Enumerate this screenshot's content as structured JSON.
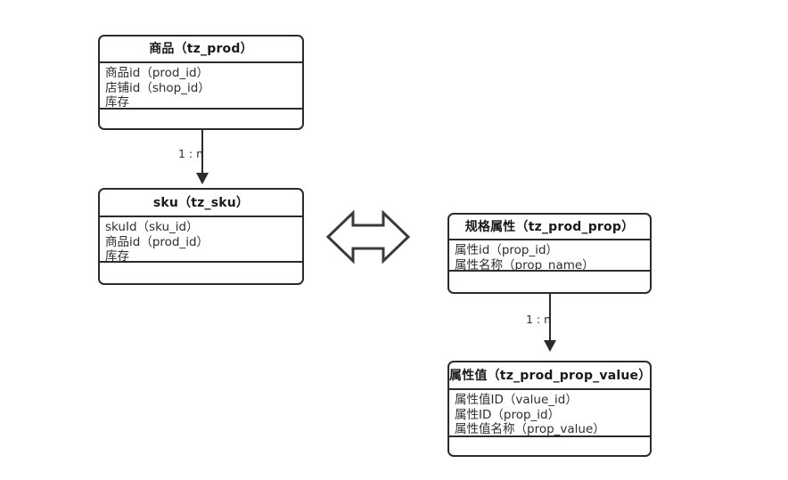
{
  "diagram": {
    "type": "er-diagram",
    "background_color": "#ffffff",
    "line_color": "#2b2b2b",
    "text_color": "#2e2e2e",
    "entities": [
      {
        "id": "prod",
        "title": "商品（tz_prod）",
        "attributes": [
          "商品id（prod_id）",
          "店铺id（shop_id）",
          "库存"
        ]
      },
      {
        "id": "sku",
        "title": "sku（tz_sku）",
        "attributes": [
          "skuId（sku_id）",
          "商品id（prod_id）",
          "库存"
        ]
      },
      {
        "id": "prop",
        "title": "规格属性（tz_prod_prop）",
        "attributes": [
          "属性id（prop_id）",
          "属性名称（prop_name）"
        ]
      },
      {
        "id": "prop_value",
        "title": "属性值（tz_prod_prop_value）",
        "attributes": [
          "属性值ID（value_id）",
          "属性ID（prop_id）",
          "属性值名称（prop_value）"
        ]
      }
    ],
    "relations": [
      {
        "id": "prod-sku",
        "from": "prod",
        "to": "sku",
        "label": "1 : n",
        "style": "solid-arrow-down"
      },
      {
        "id": "prop-value",
        "from": "prop",
        "to": "prop_value",
        "label": "1 : n",
        "style": "solid-arrow-down"
      },
      {
        "id": "sku-prop",
        "from": "sku",
        "to": "prop",
        "label": "",
        "style": "double-headed-outline-arrow"
      }
    ]
  }
}
